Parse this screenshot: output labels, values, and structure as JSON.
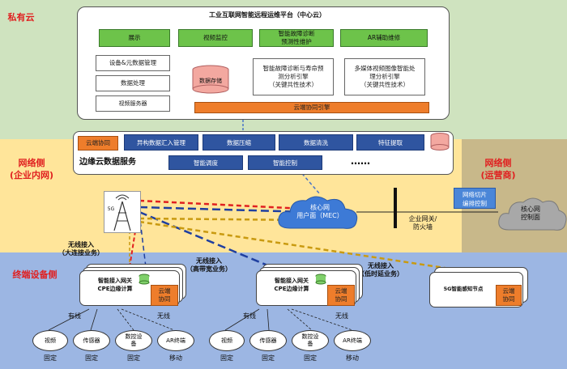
{
  "zones": {
    "private_cloud": "私有云",
    "network_left": "网络侧\n(企业内网)",
    "network_right": "网络侧\n(运营商)",
    "terminal": "终端设备侧"
  },
  "platform": {
    "title": "工业互联网智能远程运维平台（中心云）",
    "top_modules": [
      "展示",
      "视频监控",
      "智能故障诊断\n预测性维护",
      "AR辅助维修"
    ],
    "left_modules": [
      "设备&元数据管理",
      "数据处理",
      "视频服务器"
    ],
    "storage": "数据存储",
    "engine1": "智能故障诊断与寿命预\n测分析引擎\n（关键共性技术）",
    "engine2": "多媒体视频图像智能处\n理分析引擎\n（关键共性技术）",
    "collab_engine": "云端协同引擎"
  },
  "edge": {
    "collab": "云端协同",
    "modules": [
      "异构数据汇入管理",
      "数据压缩",
      "数据清洗",
      "特征提取"
    ],
    "title": "边缘云数据服务",
    "modules2": [
      "智能调度",
      "智能控制"
    ],
    "ellipsis": "……"
  },
  "network": {
    "tower_label": "5G",
    "core_user": "核心网\n用户面（MEC）",
    "gateway": "企业网关/\n防火墙",
    "slicing": "网络切片\n编排控制",
    "core_control": "核心网\n控制面",
    "wireless_big": "无线接入\n（大连接业务）",
    "wireless_high": "无线接入\n（高带宽业务）",
    "wireless_low": "无线接入\n（低时延业务）"
  },
  "terminal": {
    "gateway_title": "智能接入网关\nCPE边缘计算",
    "collab": "云端\n协同",
    "sensing_node": "5G智能感知节点",
    "wired": "有线",
    "wireless": "无线",
    "devices": [
      "视频",
      "传感器",
      "数控设\n备",
      "AR终端"
    ],
    "device_modes": [
      "固定",
      "固定",
      "固定",
      "移动"
    ]
  },
  "colors": {
    "red_line": "#e02020",
    "blue_line": "#1f3fa0",
    "gold_line": "#c99a10",
    "grid_line": "#5a7fc0"
  }
}
